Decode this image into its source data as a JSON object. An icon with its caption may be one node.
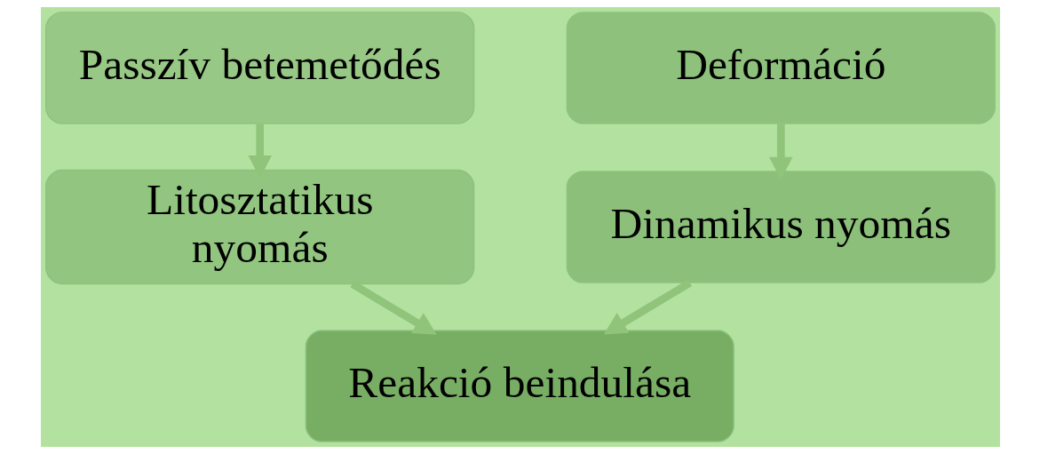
{
  "diagram": {
    "nodes": [
      {
        "text": [
          "Passzív betemetődés"
        ]
      },
      {
        "text": [
          "Deformáció"
        ]
      },
      {
        "text": [
          "Litosztatikus nyomás"
        ]
      },
      {
        "text": [
          "Dinamikus nyomás"
        ]
      },
      {
        "text": [
          "Reakció beindulása"
        ]
      }
    ],
    "edges": [
      {
        "from": 0,
        "to": 2,
        "arrow": "to"
      },
      {
        "from": 1,
        "to": 3,
        "arrow": "to"
      },
      {
        "from": 2,
        "to": 4,
        "arrow": "to"
      },
      {
        "from": 3,
        "to": 4,
        "arrow": "to"
      }
    ]
  }
}
